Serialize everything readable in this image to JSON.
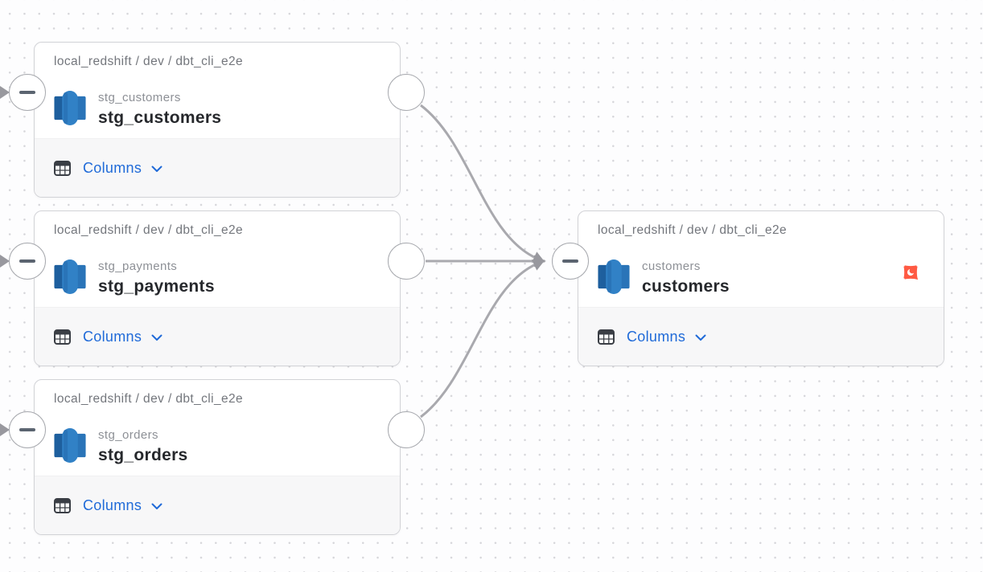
{
  "nodes": [
    {
      "breadcrumb": "local_redshift / dev / dbt_cli_e2e",
      "name": "stg_customers",
      "display_name": "stg_customers",
      "columns_label": "Columns"
    },
    {
      "breadcrumb": "local_redshift / dev / dbt_cli_e2e",
      "name": "stg_payments",
      "display_name": "stg_payments",
      "columns_label": "Columns"
    },
    {
      "breadcrumb": "local_redshift / dev / dbt_cli_e2e",
      "name": "stg_orders",
      "display_name": "stg_orders",
      "columns_label": "Columns"
    },
    {
      "breadcrumb": "local_redshift / dev / dbt_cli_e2e",
      "name": "customers",
      "display_name": "customers",
      "columns_label": "Columns",
      "badge": "dbt-model"
    }
  ],
  "edges": [
    {
      "from": "stg_customers",
      "to": "customers"
    },
    {
      "from": "stg_payments",
      "to": "customers"
    },
    {
      "from": "stg_orders",
      "to": "customers"
    }
  ],
  "colors": {
    "accent_blue": "#1f6ad8",
    "edge_gray": "#a6a6ab",
    "dbt_orange": "#ff5a43",
    "redshift_blue_dark": "#1e5f9e",
    "redshift_blue_mid": "#2a74b8",
    "redshift_blue_light": "#3181c6",
    "title_text": "#26282c",
    "muted_text": "#73767c"
  }
}
